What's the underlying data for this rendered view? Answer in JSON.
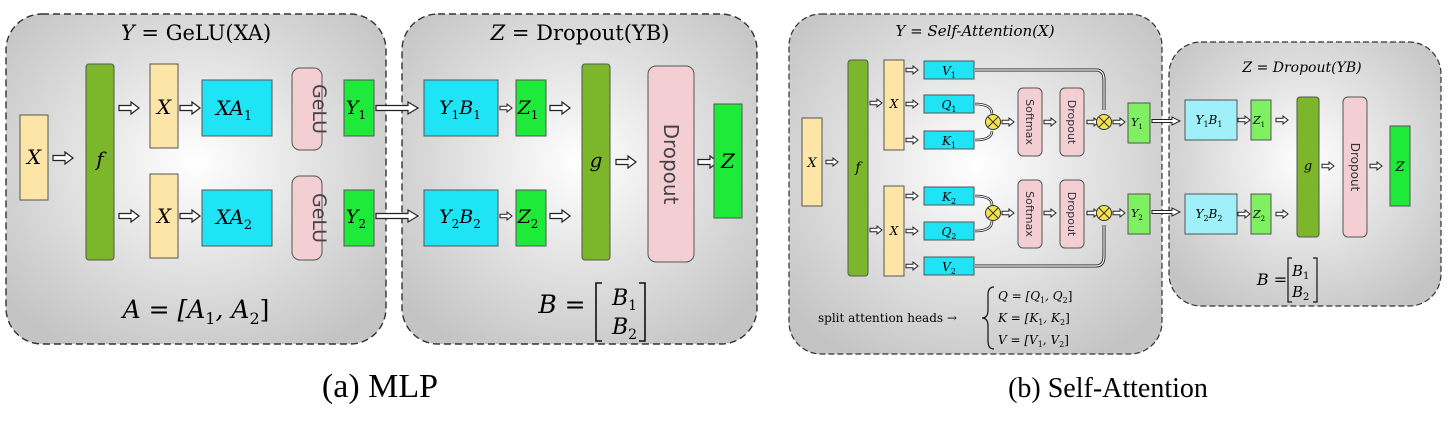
{
  "colors": {
    "panel_fill_center": "#ffffff",
    "panel_fill_edge": "#c4c4c4",
    "panel_border": "#333333",
    "input": "#fde5a8",
    "func": "#7cb62a",
    "cyan": "#1fe4f5",
    "green": "#1eea3a",
    "pink": "#f3cfd3",
    "light_green": "#7ef061",
    "light_cyan": "#9ff0f8"
  },
  "mlp": {
    "caption": "(a) MLP",
    "y_title_lhs": "Y",
    "y_title_rhs": "GeLU(XA)",
    "z_title_lhs": "Z",
    "z_title_rhs": "Dropout(YB)",
    "x_in": "X",
    "f": "f",
    "x": "X",
    "xa1": "XA",
    "xa2": "XA",
    "sub1": "1",
    "sub2": "2",
    "gelu": "GeLU",
    "y": "Y",
    "yb1": "Y",
    "b": "B",
    "z": "Z",
    "g": "g",
    "dropout": "Dropout",
    "z_out": "Z",
    "a_eq": "A = [A",
    "a_mid": ", A",
    "a_end": "]",
    "b_eq": "B ="
  },
  "attn": {
    "caption": "(b) Self-Attention",
    "y_title": "Y = Self-Attention(X)",
    "z_title": "Z = Dropout(YB)",
    "x_in": "X",
    "f": "f",
    "x": "X",
    "v": "V",
    "q": "Q",
    "k": "K",
    "softmax": "Softmax",
    "dropout": "Dropout",
    "y": "Y",
    "yb_y": "Y",
    "yb_b": "B",
    "z": "Z",
    "g": "g",
    "z_out": "Z",
    "b_eq": "B =",
    "split": "split attention heads →",
    "q_eq": "Q = [Q",
    "k_eq": "K = [K",
    "v_eq": "V = [V",
    "comma": ", ",
    "close": "]",
    "sub1": "1",
    "sub2": "2"
  }
}
